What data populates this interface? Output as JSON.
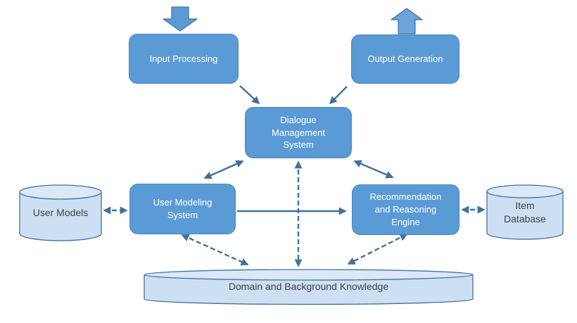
{
  "diagram": {
    "type": "architecture-diagram",
    "nodes": {
      "input_processing": {
        "label": "Input Processing",
        "shape": "rounded-box"
      },
      "output_generation": {
        "label": "Output Generation",
        "shape": "rounded-box"
      },
      "dialogue_management": {
        "label": "Dialogue Management System",
        "shape": "rounded-box"
      },
      "user_modeling": {
        "label": "User Modeling System",
        "shape": "rounded-box"
      },
      "recommendation_engine": {
        "label": "Recommendation and Reasoning Engine",
        "shape": "rounded-box"
      },
      "user_models": {
        "label": "User Models",
        "shape": "cylinder"
      },
      "item_database": {
        "label": "Item Database",
        "shape": "cylinder"
      },
      "domain_knowledge": {
        "label": "Domain and Background Knowledge",
        "shape": "cylinder"
      }
    },
    "edges": [
      {
        "id": "external-input-arrow",
        "type": "block-arrow",
        "direction": "down",
        "to": "input_processing"
      },
      {
        "id": "external-output-arrow",
        "type": "block-arrow",
        "direction": "up",
        "from": "output_generation"
      },
      {
        "from": "input_processing",
        "to": "dialogue_management",
        "style": "solid",
        "heads": "single"
      },
      {
        "from": "output_generation",
        "to": "dialogue_management",
        "style": "solid",
        "heads": "single"
      },
      {
        "from": "dialogue_management",
        "to": "user_modeling",
        "style": "solid",
        "heads": "double"
      },
      {
        "from": "dialogue_management",
        "to": "recommendation_engine",
        "style": "solid",
        "heads": "double"
      },
      {
        "from": "user_modeling",
        "to": "recommendation_engine",
        "style": "solid",
        "heads": "single"
      },
      {
        "from": "dialogue_management",
        "to": "domain_knowledge",
        "style": "dashed",
        "heads": "double"
      },
      {
        "from": "user_modeling",
        "to": "domain_knowledge",
        "style": "dashed",
        "heads": "double"
      },
      {
        "from": "recommendation_engine",
        "to": "domain_knowledge",
        "style": "dashed",
        "heads": "double"
      },
      {
        "from": "user_models",
        "to": "user_modeling",
        "style": "dashed",
        "heads": "double"
      },
      {
        "from": "item_database",
        "to": "recommendation_engine",
        "style": "dashed",
        "heads": "double"
      }
    ],
    "colors": {
      "box_fill": "#5B9BD5",
      "box_border": "#41719C",
      "cylinder_fill": "#CDE0F3",
      "cylinder_top_fill": "#DAE8F7",
      "cylinder_border": "#41719C",
      "arrow": "#41719C",
      "box_text": "#FFFFFF",
      "cylinder_text": "#404040",
      "background": "#FFFFFF"
    }
  }
}
